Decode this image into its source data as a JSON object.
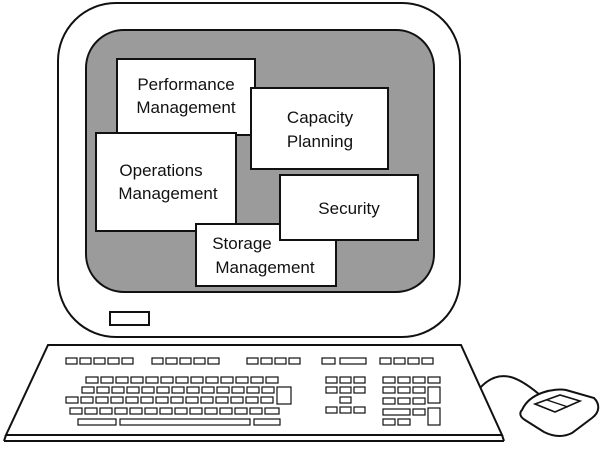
{
  "colors": {
    "outline": "#111111",
    "screen_fill": "#9b9b9b",
    "card_fill": "#ffffff",
    "background": "#ffffff"
  },
  "icons": [
    "monitor",
    "keyboard",
    "mouse"
  ],
  "cards": [
    {
      "id": "performance",
      "line1": "Performance",
      "line2": "Management"
    },
    {
      "id": "capacity",
      "line1": "Capacity",
      "line2": "Planning"
    },
    {
      "id": "operations",
      "line1": "Operations",
      "line2": "Management"
    },
    {
      "id": "security",
      "line1": "Security",
      "line2": ""
    },
    {
      "id": "storage",
      "line1": "Storage",
      "line2": "Management"
    }
  ]
}
